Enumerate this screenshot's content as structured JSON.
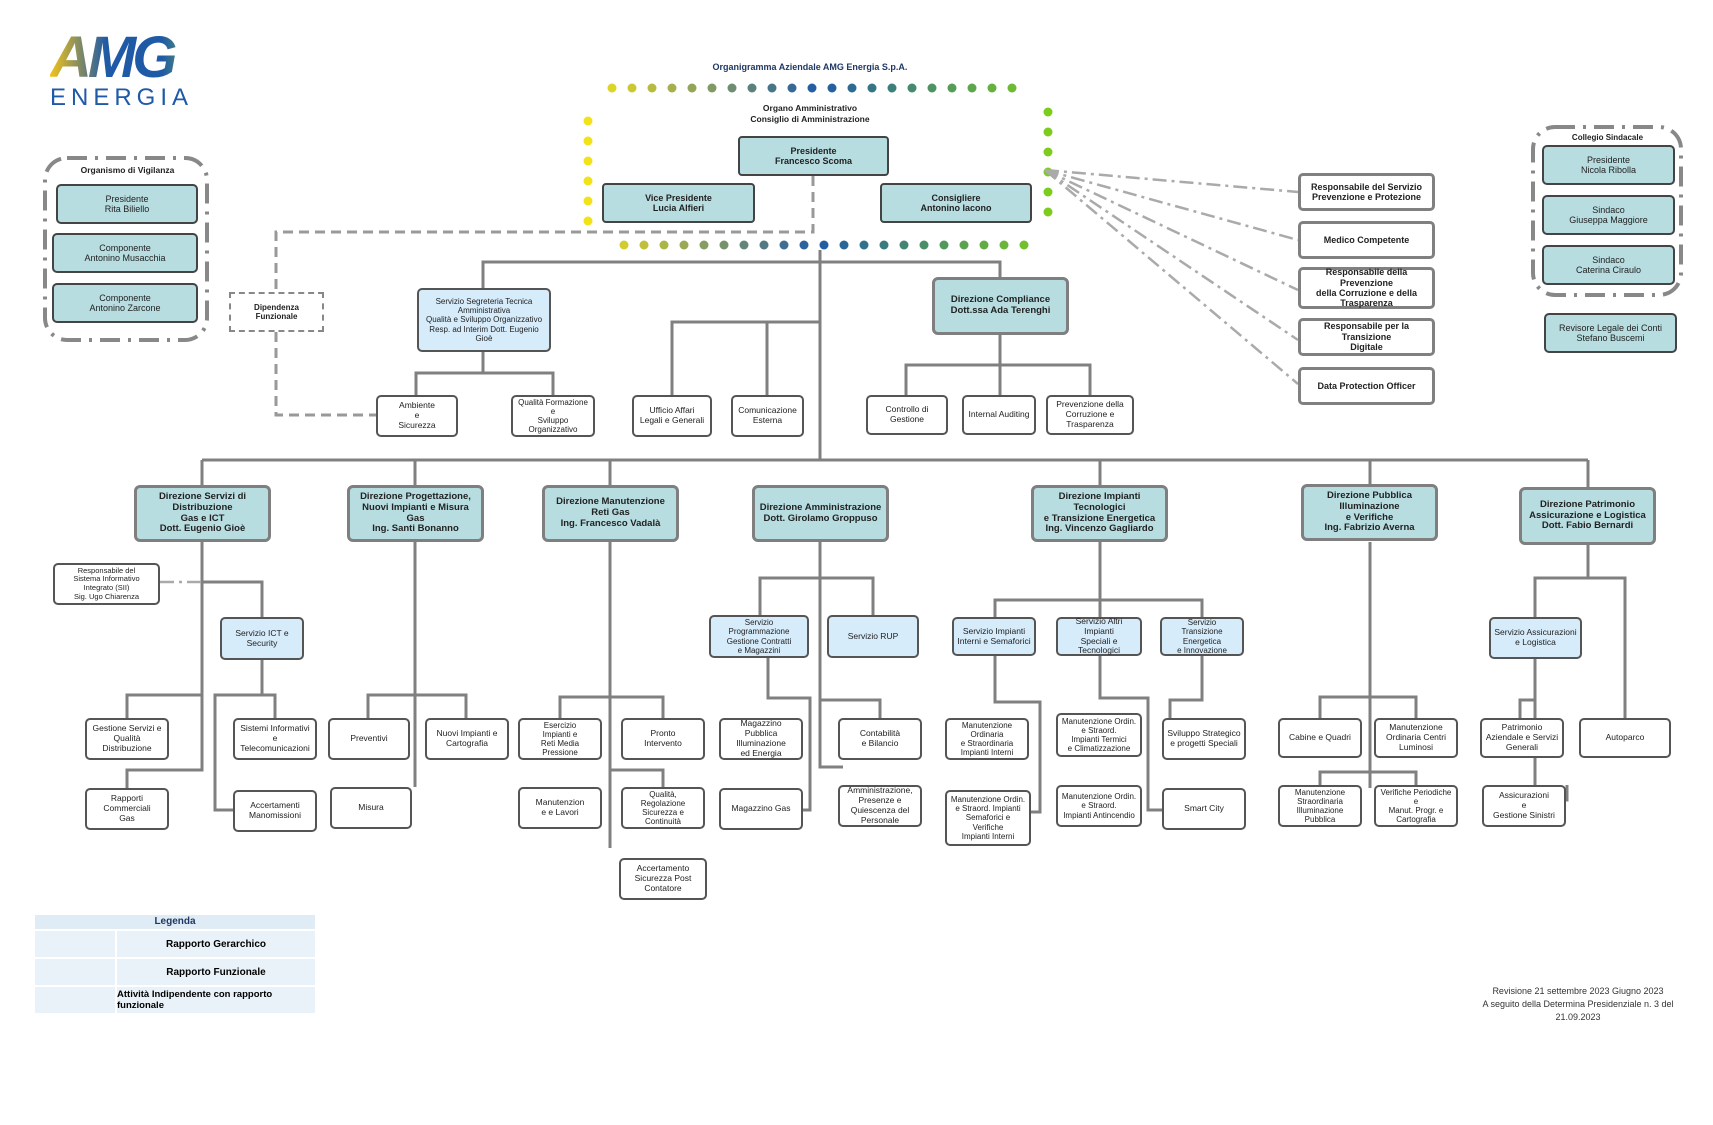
{
  "logo": {
    "text_top": "AMG",
    "text_bottom": "ENERGIA",
    "colors": {
      "blue": "#1f5aa6",
      "yellow": "#f2c318",
      "green": "#8dc63f"
    }
  },
  "title": "Organigramma Aziendale AMG Energia S.p.A.",
  "board": {
    "heading_1": "Organo Amministrativo",
    "heading_2": "Consiglio di Amministrazione",
    "presidente": "Presidente\nFrancesco Scoma",
    "vice": "Vice Presidente\nLucia Alfieri",
    "consigliere": "Consigliere\nAntonino Iacono"
  },
  "vigilanza": {
    "title": "Organismo di Vigilanza",
    "members": [
      "Presidente\nRita Biliello",
      "Componente\nAntonino Musacchia",
      "Componente\nAntonino Zarcone"
    ]
  },
  "sindacale": {
    "title": "Collegio Sindacale",
    "members": [
      "Presidente\nNicola Ribolla",
      "Sindaco\nGiuseppa Maggiore",
      "Sindaco\nCaterina Ciraulo"
    ],
    "revisore": "Revisore Legale dei Conti\nStefano Buscemi"
  },
  "staff_independent": [
    "Responsabile del Servizio\nPrevenzione e Protezione",
    "Medico Competente",
    "Responsabile della Prevenzione\ndella Corruzione e della\nTrasparenza",
    "Responsabile per la Transizione\nDigitale",
    "Data Protection Officer"
  ],
  "dipendenza": "Dipendenza Funzionale",
  "segreteria": {
    "label": "Servizio Segreteria Tecnica\nAmministrativa\nQualità e Sviluppo Organizzativo\nResp. ad Interim Dott. Eugenio Gioè",
    "children": [
      "Ambiente\ne\nSicurezza",
      "Qualità Formazione\ne\nSviluppo Organizzativo"
    ]
  },
  "staff_top": [
    "Ufficio Affari\nLegali e Generali",
    "Comunicazione\nEsterna"
  ],
  "compliance": {
    "label": "Direzione Compliance\nDott.ssa Ada Terenghi",
    "children": [
      "Controllo di Gestione",
      "Internal Auditing",
      "Prevenzione della\nCorruzione e\nTrasparenza"
    ]
  },
  "directions": [
    "Direzione Servizi di Distribuzione\nGas e ICT\nDott. Eugenio Gioè",
    "Direzione Progettazione,\nNuovi Impianti e Misura Gas\nIng. Santi Bonanno",
    "Direzione Manutenzione\nReti Gas\nIng. Francesco Vadalà",
    "Direzione Amministrazione\nDott. Girolamo Groppuso",
    "Direzione Impianti Tecnologici\ne Transizione Energetica\nIng. Vincenzo Gagliardo",
    "Direzione Pubblica Illuminazione\ne Verifiche\nIng. Fabrizio Averna",
    "Direzione Patrimonio\nAssicurazione e Logistica\nDott. Fabio Bernardi"
  ],
  "d1": {
    "sii": "Responsabile del\nSistema Informativo\nIntegrato (SII)\nSig. Ugo Chiarenza",
    "ict": "Servizio ICT e Security",
    "leaves": [
      "Gestione Servizi e\nQualità Distribuzione",
      "Rapporti\nCommerciali\nGas",
      "Sistemi Informativi\ne\nTelecomunicazioni",
      "Accertamenti\nManomissioni"
    ]
  },
  "d2": {
    "leaves": [
      "Preventivi",
      "Nuovi Impianti e\nCartografia",
      "Misura"
    ]
  },
  "d3": {
    "leaves": [
      "Esercizio\nImpianti e\nReti Media\nPressione",
      "Pronto\nIntervento",
      "Manutenzion\ne e Lavori",
      "Qualità,\nRegolazione\nSicurezza e\nContinuità",
      "Accertamento\nSicurezza Post\nContatore"
    ]
  },
  "d4": {
    "services": [
      "Servizio\nProgrammazione\nGestione Contratti\ne Magazzini",
      "Servizio RUP"
    ],
    "leaves": [
      "Magazzino Pubblica\nIlluminazione\ned Energia",
      "Magazzino Gas",
      "Contabilità\ne Bilancio",
      "Amministrazione,\nPresenze e\nQuiescenza del\nPersonale"
    ]
  },
  "d5": {
    "services": [
      "Servizio Impianti\nInterni e Semaforici",
      "Servizio Altri Impianti\nSpeciali e Tecnologici",
      "Servizio\nTransizione Energetica\ne Innovazione"
    ],
    "leaves": [
      "Manutenzione\nOrdinaria\ne Straordinaria\nImpianti Interni",
      "Manutenzione Ordin.\ne Straord. Impianti\nSemaforici e Verifiche\nImpianti Interni",
      "Manutenzione Ordin.\ne Straord.\nImpianti Termici\ne Climatizzazione",
      "Manutenzione Ordin.\ne Straord.\nImpianti Antincendio",
      "Sviluppo Strategico\ne progetti Speciali",
      "Smart City"
    ]
  },
  "d6": {
    "leaves": [
      "Cabine e Quadri",
      "Manutenzione\nOrdinaria Centri\nLuminosi",
      "Manutenzione\nStraordinaria\nIlluminazione Pubblica",
      "Verifiche Periodiche e\nManut. Progr. e\nCartografia"
    ]
  },
  "d7": {
    "service": "Servizio Assicurazioni\ne Logistica",
    "leaves": [
      "Patrimonio\nAziendale e Servizi\nGenerali",
      "Autoparco",
      "Assicurazioni\ne\nGestione Sinistri"
    ]
  },
  "legend": {
    "title": "Legenda",
    "items": [
      "Rapporto Gerarchico",
      "Rapporto Funzionale",
      "Attività Indipendente con rapporto funzionale"
    ]
  },
  "revision": {
    "line1": "Revisione 21 settembre 2023 Giugno 2023",
    "line2": "A seguito della Determina Presidenziale n. 3 del",
    "line3": "21.09.2023"
  }
}
